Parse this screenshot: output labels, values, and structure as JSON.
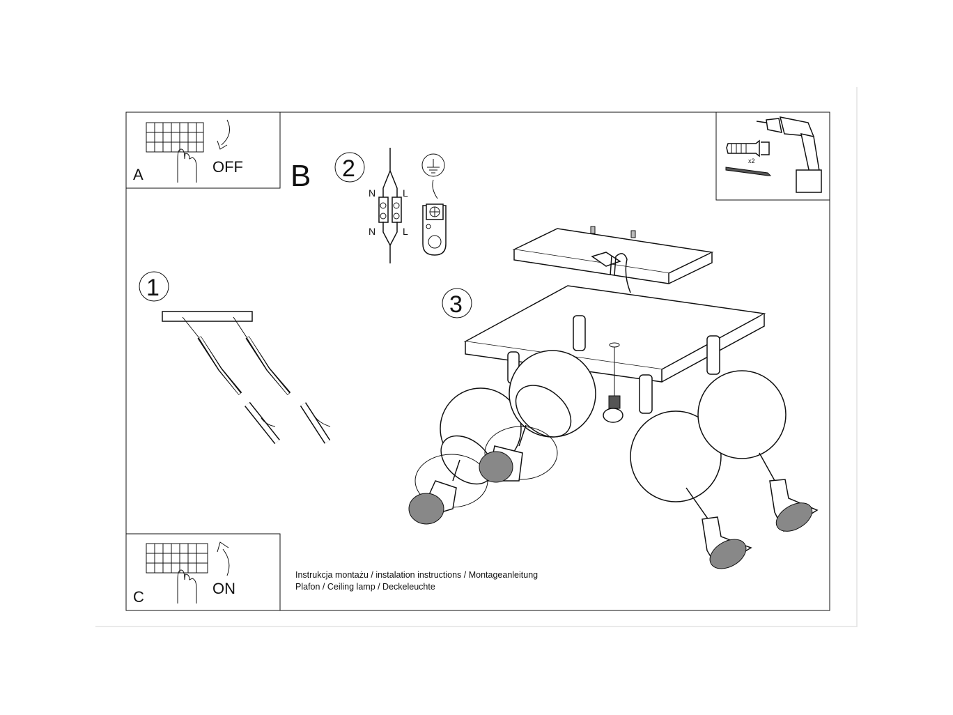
{
  "panels": {
    "a": {
      "letter": "A",
      "state": "OFF"
    },
    "b": {
      "letter": "B"
    },
    "c": {
      "letter": "C",
      "state": "ON"
    }
  },
  "steps": [
    "1",
    "2",
    "3"
  ],
  "wiring": {
    "neutral": "N",
    "live": "L"
  },
  "tools": {
    "quantity": "x2"
  },
  "caption": {
    "line1": "Instrukcja montażu / instalation instructions / Montageanleitung",
    "line2": "Plafon / Ceiling lamp / Deckeleuchte"
  }
}
